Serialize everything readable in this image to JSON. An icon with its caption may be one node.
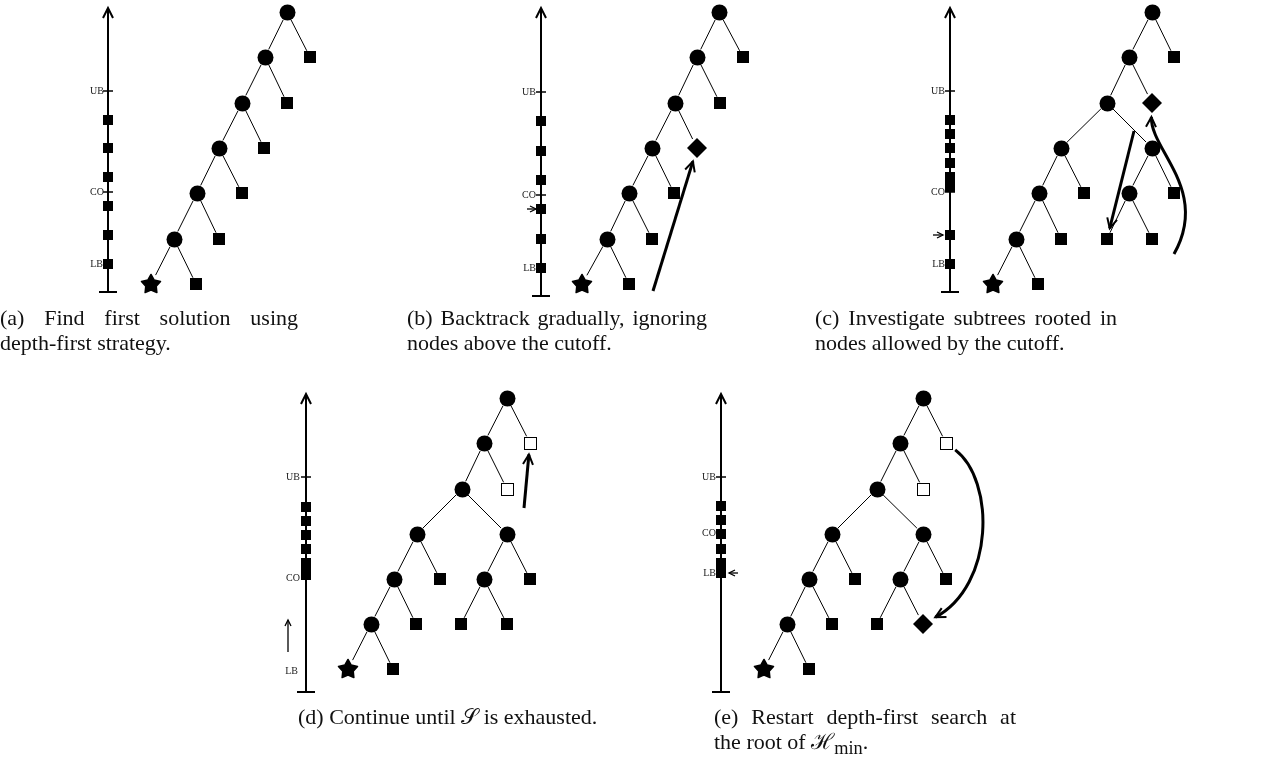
{
  "diagram": {
    "nodes": [
      {
        "text": [],
        "shape": "circle"
      },
      {
        "text": [],
        "shape": "circle"
      },
      {
        "text": [],
        "shape": "square"
      },
      {
        "text": [],
        "shape": "circle"
      },
      {
        "text": [],
        "shape": "square"
      },
      {
        "text": [],
        "shape": "circle"
      },
      {
        "text": [],
        "shape": "square"
      },
      {
        "text": [],
        "shape": "circle"
      },
      {
        "text": [],
        "shape": "square"
      },
      {
        "text": [],
        "shape": "circle"
      },
      {
        "text": [],
        "shape": "square"
      },
      {
        "text": [],
        "shape": "star"
      },
      {
        "text": [],
        "shape": "square"
      },
      {
        "text": [],
        "shape": "circle"
      },
      {
        "text": [],
        "shape": "circle"
      },
      {
        "text": [],
        "shape": "square"
      },
      {
        "text": [],
        "shape": "circle"
      },
      {
        "text": [],
        "shape": "square"
      },
      {
        "text": [],
        "shape": "circle"
      },
      {
        "text": [],
        "shape": "diamond"
      },
      {
        "text": [],
        "shape": "circle"
      },
      {
        "text": [],
        "shape": "square"
      },
      {
        "text": [],
        "shape": "circle"
      },
      {
        "text": [],
        "shape": "square"
      },
      {
        "text": [],
        "shape": "star"
      },
      {
        "text": [],
        "shape": "square"
      },
      {
        "text": [],
        "shape": "circle"
      },
      {
        "text": [],
        "shape": "circle"
      },
      {
        "text": [],
        "shape": "square"
      },
      {
        "text": [],
        "shape": "circle"
      },
      {
        "text": [],
        "shape": "diamond"
      },
      {
        "text": [],
        "shape": "circle"
      },
      {
        "text": [],
        "shape": "circle"
      },
      {
        "text": [],
        "shape": "circle"
      },
      {
        "text": [],
        "shape": "square"
      },
      {
        "text": [],
        "shape": "circle"
      },
      {
        "text": [],
        "shape": "square"
      },
      {
        "text": [],
        "shape": "circle"
      },
      {
        "text": [],
        "shape": "square"
      },
      {
        "text": [],
        "shape": "square"
      },
      {
        "text": [],
        "shape": "square"
      },
      {
        "text": [],
        "shape": "star"
      },
      {
        "text": [],
        "shape": "square"
      },
      {
        "text": [],
        "shape": "circle"
      },
      {
        "text": [],
        "shape": "circle"
      },
      {
        "text": [],
        "shape": "box"
      },
      {
        "text": [],
        "shape": "circle"
      },
      {
        "text": [],
        "shape": "box"
      },
      {
        "text": [],
        "shape": "circle"
      },
      {
        "text": [],
        "shape": "circle"
      },
      {
        "text": [],
        "shape": "circle"
      },
      {
        "text": [],
        "shape": "square"
      },
      {
        "text": [],
        "shape": "circle"
      },
      {
        "text": [],
        "shape": "square"
      },
      {
        "text": [],
        "shape": "circle"
      },
      {
        "text": [],
        "shape": "square"
      },
      {
        "text": [],
        "shape": "square"
      },
      {
        "text": [],
        "shape": "square"
      },
      {
        "text": [],
        "shape": "star"
      },
      {
        "text": [],
        "shape": "square"
      },
      {
        "text": [],
        "shape": "circle"
      },
      {
        "text": [],
        "shape": "circle"
      },
      {
        "text": [],
        "shape": "box"
      },
      {
        "text": [],
        "shape": "circle"
      },
      {
        "text": [],
        "shape": "box"
      },
      {
        "text": [],
        "shape": "circle"
      },
      {
        "text": [],
        "shape": "circle"
      },
      {
        "text": [],
        "shape": "circle"
      },
      {
        "text": [],
        "shape": "square"
      },
      {
        "text": [],
        "shape": "circle"
      },
      {
        "text": [],
        "shape": "square"
      },
      {
        "text": [],
        "shape": "circle"
      },
      {
        "text": [],
        "shape": "square"
      },
      {
        "text": [],
        "shape": "square"
      },
      {
        "text": [],
        "shape": "diamond"
      },
      {
        "text": [],
        "shape": "star"
      },
      {
        "text": [],
        "shape": "square"
      }
    ],
    "edges": [
      {
        "from": 0,
        "to": 1,
        "arrow": "none"
      },
      {
        "from": 0,
        "to": 2,
        "arrow": "none"
      },
      {
        "from": 1,
        "to": 3,
        "arrow": "none"
      },
      {
        "from": 1,
        "to": 4,
        "arrow": "none"
      },
      {
        "from": 3,
        "to": 5,
        "arrow": "none"
      },
      {
        "from": 3,
        "to": 6,
        "arrow": "none"
      },
      {
        "from": 5,
        "to": 7,
        "arrow": "none"
      },
      {
        "from": 5,
        "to": 8,
        "arrow": "none"
      },
      {
        "from": 7,
        "to": 9,
        "arrow": "none"
      },
      {
        "from": 7,
        "to": 10,
        "arrow": "none"
      },
      {
        "from": 9,
        "to": 11,
        "arrow": "none"
      },
      {
        "from": 9,
        "to": 12,
        "arrow": "none"
      },
      {
        "from": 13,
        "to": 14,
        "arrow": "none"
      },
      {
        "from": 13,
        "to": 15,
        "arrow": "none"
      },
      {
        "from": 14,
        "to": 16,
        "arrow": "none"
      },
      {
        "from": 14,
        "to": 17,
        "arrow": "none"
      },
      {
        "from": 16,
        "to": 18,
        "arrow": "none"
      },
      {
        "from": 16,
        "to": 19,
        "arrow": "none"
      },
      {
        "from": 18,
        "to": 20,
        "arrow": "none"
      },
      {
        "from": 18,
        "to": 21,
        "arrow": "none"
      },
      {
        "from": 20,
        "to": 22,
        "arrow": "none"
      },
      {
        "from": 20,
        "to": 23,
        "arrow": "none"
      },
      {
        "from": 22,
        "to": 24,
        "arrow": "none"
      },
      {
        "from": 22,
        "to": 25,
        "arrow": "none"
      },
      {
        "from": null,
        "to": 19,
        "arrow": "to",
        "style": "thick"
      },
      {
        "from": 26,
        "to": 27,
        "arrow": "none"
      },
      {
        "from": 26,
        "to": 28,
        "arrow": "none"
      },
      {
        "from": 27,
        "to": 29,
        "arrow": "none"
      },
      {
        "from": 27,
        "to": 30,
        "arrow": "none"
      },
      {
        "from": 29,
        "to": 31,
        "arrow": "none"
      },
      {
        "from": 29,
        "to": 32,
        "arrow": "none"
      },
      {
        "from": 31,
        "to": 33,
        "arrow": "none"
      },
      {
        "from": 31,
        "to": 34,
        "arrow": "none"
      },
      {
        "from": 32,
        "to": 35,
        "arrow": "none"
      },
      {
        "from": 32,
        "to": 36,
        "arrow": "none"
      },
      {
        "from": 33,
        "to": 37,
        "arrow": "none"
      },
      {
        "from": 33,
        "to": 38,
        "arrow": "none"
      },
      {
        "from": 35,
        "to": 39,
        "arrow": "none"
      },
      {
        "from": 35,
        "to": 40,
        "arrow": "none"
      },
      {
        "from": 37,
        "to": 41,
        "arrow": "none"
      },
      {
        "from": 37,
        "to": 42,
        "arrow": "none"
      },
      {
        "from": null,
        "to": 39,
        "arrow": "to",
        "style": "thick"
      },
      {
        "from": null,
        "to": 30,
        "arrow": "to",
        "style": "thick"
      },
      {
        "from": 43,
        "to": 44,
        "arrow": "none"
      },
      {
        "from": 43,
        "to": 45,
        "arrow": "none"
      },
      {
        "from": 44,
        "to": 46,
        "arrow": "none"
      },
      {
        "from": 44,
        "to": 47,
        "arrow": "none"
      },
      {
        "from": 46,
        "to": 48,
        "arrow": "none"
      },
      {
        "from": 46,
        "to": 49,
        "arrow": "none"
      },
      {
        "from": 48,
        "to": 50,
        "arrow": "none"
      },
      {
        "from": 48,
        "to": 51,
        "arrow": "none"
      },
      {
        "from": 49,
        "to": 52,
        "arrow": "none"
      },
      {
        "from": 49,
        "to": 53,
        "arrow": "none"
      },
      {
        "from": 50,
        "to": 54,
        "arrow": "none"
      },
      {
        "from": 50,
        "to": 55,
        "arrow": "none"
      },
      {
        "from": 52,
        "to": 56,
        "arrow": "none"
      },
      {
        "from": 52,
        "to": 57,
        "arrow": "none"
      },
      {
        "from": 54,
        "to": 58,
        "arrow": "none"
      },
      {
        "from": 54,
        "to": 59,
        "arrow": "none"
      },
      {
        "from": null,
        "to": 45,
        "arrow": "to",
        "style": "thick"
      },
      {
        "from": 60,
        "to": 61,
        "arrow": "none"
      },
      {
        "from": 60,
        "to": 62,
        "arrow": "none"
      },
      {
        "from": 61,
        "to": 63,
        "arrow": "none"
      },
      {
        "from": 61,
        "to": 64,
        "arrow": "none"
      },
      {
        "from": 63,
        "to": 65,
        "arrow": "none"
      },
      {
        "from": 63,
        "to": 66,
        "arrow": "none"
      },
      {
        "from": 65,
        "to": 67,
        "arrow": "none"
      },
      {
        "from": 65,
        "to": 68,
        "arrow": "none"
      },
      {
        "from": 66,
        "to": 69,
        "arrow": "none"
      },
      {
        "from": 66,
        "to": 70,
        "arrow": "none"
      },
      {
        "from": 67,
        "to": 71,
        "arrow": "none"
      },
      {
        "from": 67,
        "to": 72,
        "arrow": "none"
      },
      {
        "from": 69,
        "to": 73,
        "arrow": "none"
      },
      {
        "from": 69,
        "to": 74,
        "arrow": "none"
      },
      {
        "from": 71,
        "to": 75,
        "arrow": "none"
      },
      {
        "from": 71,
        "to": 76,
        "arrow": "none"
      },
      {
        "from": 62,
        "to": 74,
        "arrow": "to",
        "style": "thick"
      }
    ],
    "labels": [
      "UB",
      "CO",
      "LB",
      "(a) Find first solution using depth-first strategy.",
      "UB",
      "CO",
      "LB",
      "(b) Backtrack gradually, ignoring nodes above the cutoff.",
      "UB",
      "CO",
      "LB",
      "(c) Investigate subtrees rooted in nodes allowed by the cutoff.",
      "UB",
      "CO",
      "LB",
      "(d) Continue until 𝒮 is exhausted.",
      "UB",
      "CO",
      "LB",
      "(e) Restart depth-first search at the root of ℋ$_{min}$."
    ]
  }
}
